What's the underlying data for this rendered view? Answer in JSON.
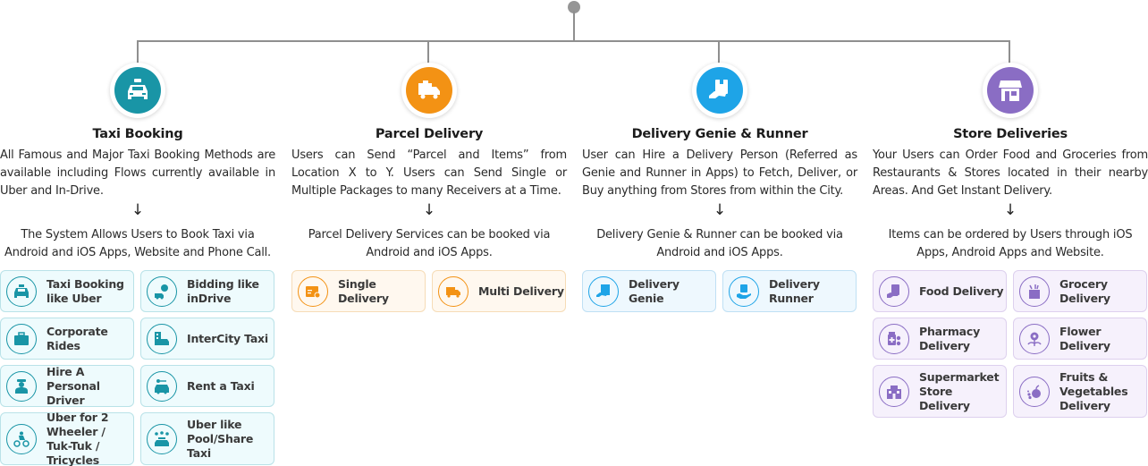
{
  "colors": {
    "connector": "#8f8f8f",
    "teal": "#1995a6",
    "orange": "#f39214",
    "blue": "#1ea4e7",
    "purple": "#8a6dc4"
  },
  "categories": [
    {
      "icon": "taxi-icon",
      "title": "Taxi Booking",
      "description": "All Famous and Major Taxi Booking Methods are available including Flows currently available in Uber and In-Drive.",
      "arrow": "↓",
      "booking_note": "The System Allows Users to Book Taxi via Android and iOS Apps, Website and Phone Call.",
      "services": [
        {
          "label": "Taxi Booking like Uber",
          "icon": "taxi-icon"
        },
        {
          "label": "Bidding like inDrive",
          "icon": "bidding-car-icon"
        },
        {
          "label": "Corporate Rides",
          "icon": "briefcase-icon"
        },
        {
          "label": "InterCity Taxi",
          "icon": "city-car-icon"
        },
        {
          "label": "Hire A Personal Driver",
          "icon": "chauffeur-icon"
        },
        {
          "label": "Rent a Taxi",
          "icon": "rental-key-car-icon"
        },
        {
          "label": "Uber for 2 Wheeler / Tuk-Tuk / Tricycles",
          "icon": "motorbike-icon"
        },
        {
          "label": "Uber like Pool/Share Taxi",
          "icon": "carpool-icon"
        }
      ]
    },
    {
      "icon": "delivery-truck-icon",
      "title": "Parcel Delivery",
      "description": "Users can Send “Parcel and Items” from Location X to Y. Users can Send Single or Multiple Packages to many Receivers at a Time.",
      "arrow": "↓",
      "booking_note": "Parcel Delivery Services can be booked via Android and iOS Apps.",
      "services": [
        {
          "label": "Single Delivery",
          "icon": "parcel-box-icon"
        },
        {
          "label": "Multi Delivery",
          "icon": "delivery-truck-icon"
        }
      ]
    },
    {
      "icon": "hand-package-icon",
      "title": "Delivery Genie & Runner",
      "description": "User can Hire a Delivery Person (Referred as Genie and Runner in Apps) to Fetch, Deliver, or Buy anything from Stores from within the City.",
      "arrow": "↓",
      "booking_note": "Delivery Genie & Runner can be booked via Android and iOS Apps.",
      "services": [
        {
          "label": "Delivery Genie",
          "icon": "hand-package-icon"
        },
        {
          "label": "Delivery Runner",
          "icon": "hand-box-icon"
        }
      ]
    },
    {
      "icon": "storefront-icon",
      "title": "Store Deliveries",
      "description": "Your Users can Order Food and Groceries from Restaurants & Stores located in their nearby Areas. And Get Instant Delivery.",
      "arrow": "↓",
      "booking_note": "Items can be ordered by Users through iOS Apps, Android Apps and Website.",
      "services": [
        {
          "label": "Food Delivery",
          "icon": "food-bag-icon"
        },
        {
          "label": "Grocery Delivery",
          "icon": "grocery-bag-icon"
        },
        {
          "label": "Pharmacy Delivery",
          "icon": "medicine-icon"
        },
        {
          "label": "Flower Delivery",
          "icon": "flower-icon"
        },
        {
          "label": "Supermarket Store Delivery",
          "icon": "supermarket-icon"
        },
        {
          "label": "Fruits & Vegetables Delivery",
          "icon": "fruits-icon"
        }
      ]
    }
  ]
}
